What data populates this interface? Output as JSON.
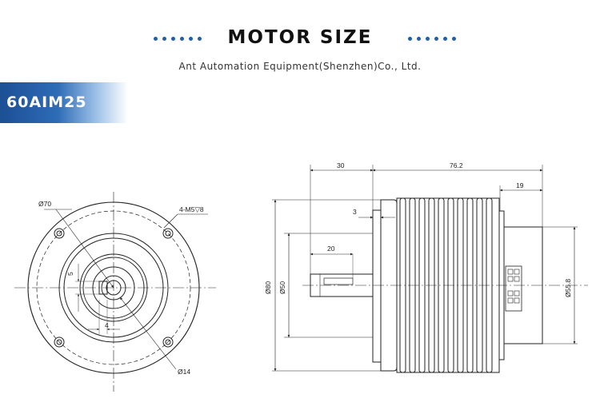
{
  "header": {
    "title": "MOTOR SIZE",
    "subtitle": "Ant Automation Equipment(Shenzhen)Co., Ltd."
  },
  "model": "60AIM25",
  "front_view": {
    "dia_70": "Ø70",
    "holes": "4-M5▽8",
    "dim_5": "5",
    "dim_4": "4",
    "dia_14": "Ø14"
  },
  "side_view": {
    "dim_30": "30",
    "dim_76_2": "76.2",
    "dim_19": "19",
    "dim_3": "3",
    "dim_20": "20",
    "dia_80": "Ø80",
    "dia_50": "Ø50",
    "dia_55_8": "Ø55.8"
  },
  "colors": {
    "accent": "#1f5fa8",
    "banner_dark": "#1c4f94",
    "line": "#222222"
  }
}
